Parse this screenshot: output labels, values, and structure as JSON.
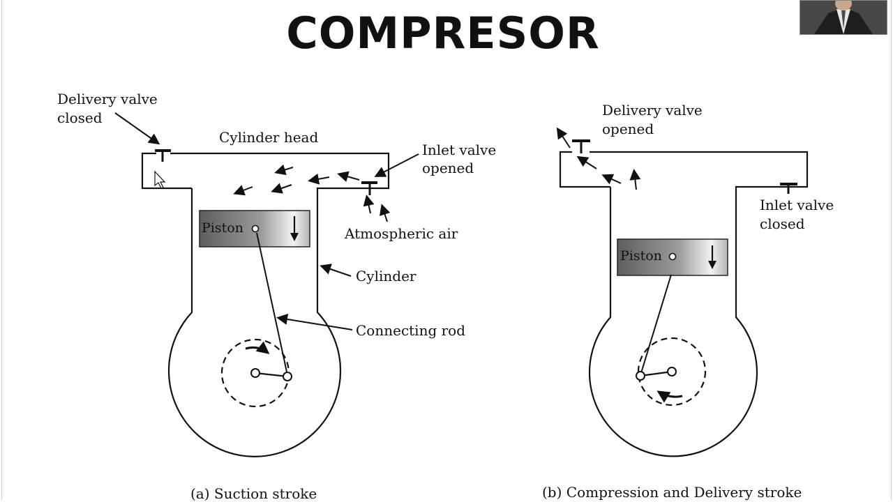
{
  "slide": {
    "title": "COMPRESOR"
  },
  "diagram_a": {
    "caption": "(a) Suction stroke",
    "labels": {
      "delivery_valve_line1": "Delivery valve",
      "delivery_valve_line2": "closed",
      "cylinder_head": "Cylinder head",
      "inlet_valve_line1": "Inlet valve",
      "inlet_valve_line2": "opened",
      "atmospheric_air": "Atmospheric air",
      "cylinder": "Cylinder",
      "connecting_rod": "Connecting rod",
      "piston": "Piston"
    }
  },
  "diagram_b": {
    "caption": "(b) Compression and Delivery stroke",
    "labels": {
      "delivery_valve_line1": "Delivery valve",
      "delivery_valve_line2": "opened",
      "inlet_valve_line1": "Inlet valve",
      "inlet_valve_line2": "closed",
      "piston": "Piston"
    }
  },
  "icons": {
    "webcam": "presenter-webcam-thumbnail",
    "cursor": "mouse-pointer-icon"
  }
}
